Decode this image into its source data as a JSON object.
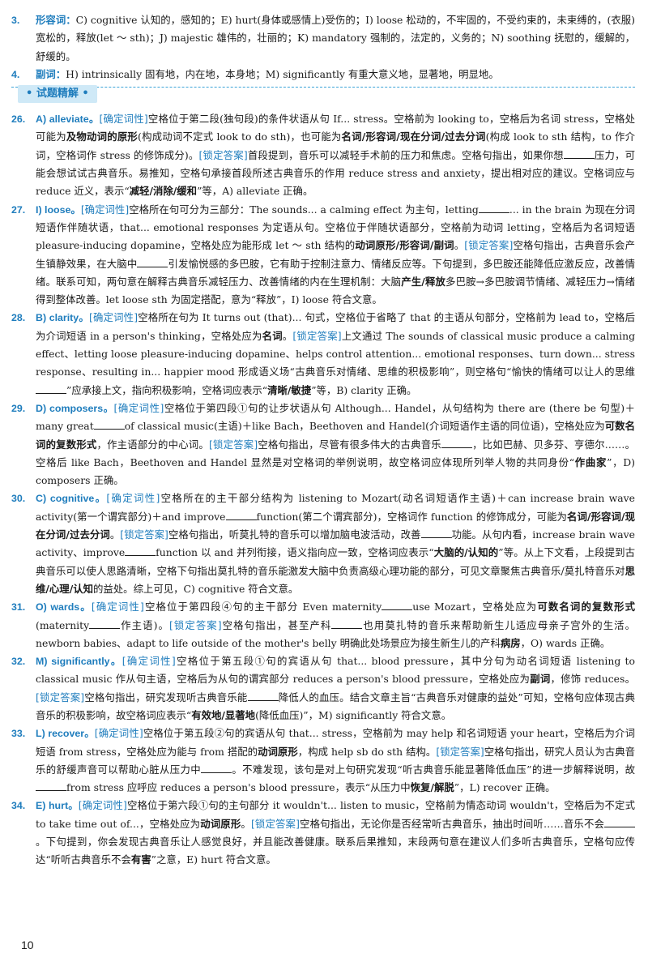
{
  "vocab": [
    {
      "num": "3.",
      "label": "形容词：",
      "text": "C) cognitive 认知的，感知的；E) hurt(身体或感情上)受伤的；I) loose 松动的，不牢固的，不受约束的，未束缚的，(衣服)宽松的，释放(let ～ sth)；J) majestic 雄伟的，壮丽的；K) mandatory 强制的，法定的，义务的；N) soothing 抚慰的，缓解的，舒缓的。"
    },
    {
      "num": "4.",
      "label": "副词：",
      "text": "H) intrinsically 固有地，内在地，本身地；M) significantly 有重大意义地，显著地，明显地。"
    }
  ],
  "section": {
    "title": "• 试题精解 •"
  },
  "tags": {
    "define": "[确定词性]",
    "lock": "[锁定答案]"
  },
  "items": {
    "q26": {
      "num": "26.",
      "head": "A) alleviate。",
      "p1": "空格位于第二段(独句段)的条件状语从句 If... stress。空格前为 looking to，空格后为名词 stress，空格处可能为",
      "b1": "及物动词的原形",
      "p2": "(构成动词不定式 look to do sth)，也可能为",
      "b2": "名词/形容词/现在分词/过去分词",
      "p3": "(构成 look to sth 结构，to 作介词，空格词作 stress 的修饰成分)。",
      "p4": "首段提到，音乐可以减轻手术前的压力和焦虑。空格句指出，如果你想",
      "p5": "压力，可能会想试试古典音乐。易推知，空格句承接首段所述古典音乐的作用 reduce stress and anxiety，提出相对应的建议。空格词应与 reduce 近义，表示“",
      "b3": "减轻/消除/缓和",
      "p6": "”等，A) alleviate 正确。"
    },
    "q27": {
      "num": "27.",
      "head": "I) loose。",
      "p1": "空格所在句可分为三部分：The sounds... a calming effect 为主句，letting",
      "p2": "... in the brain 为现在分词短语作伴随状语，that... emotional responses 为定语从句。空格位于伴随状语部分，空格前为动词 letting，空格后为名词短语 pleasure-inducing dopamine，空格处应为能形成 let ～ sth 结构的",
      "b1": "动词原形/形容词/副词",
      "p3": "。",
      "p4": "空格句指出，古典音乐会产生镇静效果，在大脑中",
      "p5": "引发愉悦感的多巴胺，它有助于控制注意力、情绪反应等。下句提到，多巴胺还能降低应激反应，改善情绪。联系可知，两句意在解释古典音乐减轻压力、改善情绪的内在生理机制：大脑",
      "b2": "产生/释放",
      "p6": "多巴胺→多巴胺调节情绪、减轻压力→情绪得到整体改善。let loose sth 为固定搭配，意为“释放”，I) loose 符合文意。"
    },
    "q28": {
      "num": "28.",
      "head": "B) clarity。",
      "p1": "空格所在句为 It turns out (that)... 句式，空格位于省略了 that 的主语从句部分，空格前为 lead to，空格后为介词短语 in a person's thinking，空格处应为",
      "b1": "名词",
      "p2": "。",
      "p3": "上文通过 The sounds of classical music produce a calming effect、letting loose pleasure-inducing dopamine、helps control attention... emotional responses、turn down... stress response、resulting in... happier mood 形成语义场“古典音乐对情绪、思维的积极影响”，则空格句“愉快的情绪可以让人的思维",
      "p4": "”应承接上文，指向积极影响，空格词应表示“",
      "b2": "清晰/敏捷",
      "p5": "”等，B) clarity 正确。"
    },
    "q29": {
      "num": "29.",
      "head": "D) composers。",
      "p1": "空格位于第四段①句的让步状语从句 Although... Handel，从句结构为 there are (there be 句型)＋many great",
      "p2": "of classical music(主语)＋like Bach，Beethoven and Handel(介词短语作主语的同位语)，空格处应为",
      "b1": "可数名词的复数形式",
      "p3": "，作主语部分的中心词。",
      "p4": "空格句指出，尽管有很多伟大的古典音乐",
      "p5": "，比如巴赫、贝多芬、亨德尔……。空格后 like Bach，Beethoven and Handel 显然是对空格词的举例说明，故空格词应体现所列举人物的共同身份“",
      "b2": "作曲家",
      "p6": "”，D) composers 正确。"
    },
    "q30": {
      "num": "30.",
      "head": "C) cognitive。",
      "p1": "空格所在的主干部分结构为 listening to Mozart(动名词短语作主语)＋can increase brain wave activity(第一个谓宾部分)＋and improve",
      "p2": "function(第二个谓宾部分)，空格词作 function 的修饰成分，可能为",
      "b1": "名词/形容词/现在分词/过去分词",
      "p3": "。",
      "p4": "空格句指出，听莫扎特的音乐可以增加脑电波活动，改善",
      "p5": "功能。从句内看，increase brain wave activity、improve",
      "p6": "function 以 and 并列衔接，语义指向应一致，空格词应表示“",
      "b2": "大脑的/认知的",
      "p7": "”等。从上下文看，上段提到古典音乐可以使人思路清晰，空格下句指出莫扎特的音乐能激发大脑中负责高级心理功能的部分，可见文章聚焦古典音乐/莫扎特音乐对",
      "b3": "思维/心理/认知",
      "p8": "的益处。综上可见，C) cognitive 符合文意。"
    },
    "q31": {
      "num": "31.",
      "head": "O) wards。",
      "p1": "空格位于第四段④句的主干部分 Even maternity",
      "p2": "use Mozart，空格处应为",
      "b1": "可数名词的复数形式",
      "p3": "(maternity",
      "p4": "作主语)。",
      "p5": "空格句指出，甚至产科",
      "p6": "也用莫扎特的音乐来帮助新生儿适应母亲子宫外的生活。newborn babies、adapt to life outside of the mother's belly 明确此处场景应为接生新生儿的产科",
      "b2": "病房",
      "p7": "，O) wards 正确。"
    },
    "q32": {
      "num": "32.",
      "head": "M) significantly。",
      "p1": "空格位于第五段①句的宾语从句 that... blood pressure，其中分句为动名词短语 listening to classical music 作从句主语，空格后为从句的谓宾部分 reduces a person's blood pressure，空格处应为",
      "b1": "副词",
      "p2": "，修饰 reduces。",
      "p3": "空格句指出，研究发现听古典音乐能",
      "p4": "降低人的血压。结合文章主旨“古典音乐对健康的益处”可知，空格句应体现古典音乐的积极影响，故空格词应表示“",
      "b2": "有效地/显著地",
      "p5": "(降低血压)”，M) significantly 符合文意。"
    },
    "q33": {
      "num": "33.",
      "head": "L) recover。",
      "p1": "空格位于第五段②句的宾语从句 that... stress，空格前为 may help 和名词短语 your heart，空格后为介词短语 from stress，空格处应为能与 from 搭配的",
      "b1": "动词原形",
      "p2": "，构成 help sb do sth 结构。",
      "p3": "空格句指出，研究人员认为古典音乐的舒缓声音可以帮助心脏从压力中",
      "p4": "。不难发现，该句是对上句研究发现“听古典音乐能显著降低血压”的进一步解释说明，故",
      "p5": "from stress 应呼应 reduces a person's blood pressure，表示“从压力中",
      "b2": "恢复/解脱",
      "p6": "”，L) recover 正确。"
    },
    "q34": {
      "num": "34.",
      "head": "E) hurt。",
      "p1": "空格位于第六段①句的主句部分 it wouldn't... listen to music，空格前为情态动词 wouldn't，空格后为不定式 to take time out of...，空格处应为",
      "b1": "动词原形",
      "p2": "。",
      "p3": "空格句指出，无论你是否经常听古典音乐，抽出时间听……音乐不会",
      "p4": "。下句提到，你会发现古典音乐让人感觉良好，并且能改善健康。联系后果推知，末段两句意在建议人们多听古典音乐，空格句应传达“听听古典音乐不会",
      "b2": "有害",
      "p5": "”之意，E) hurt 符合文意。"
    }
  },
  "page_number": "10"
}
